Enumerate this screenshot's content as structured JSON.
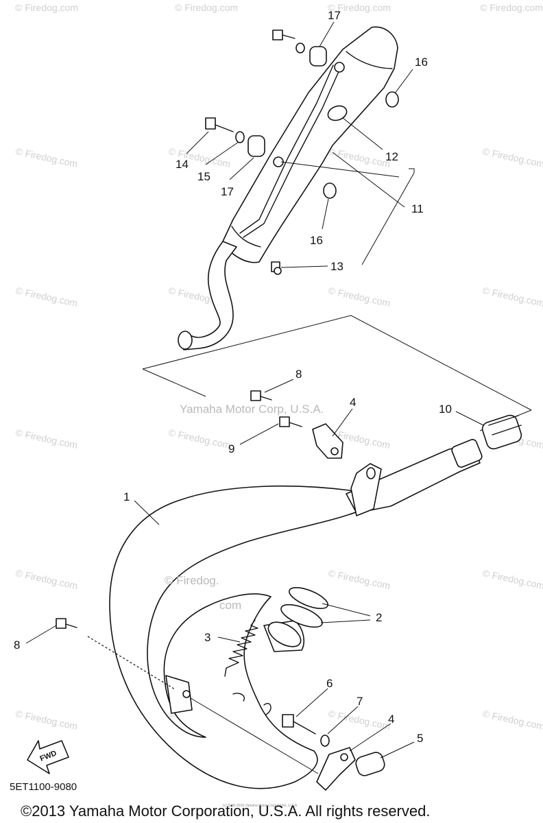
{
  "diagram": {
    "code": "5ET1100-9080",
    "copyright": "©2013 Yamaha Motor Corporation, U.S.A. All rights reserved.",
    "center_watermark": "Yamaha Motor Corp, U.S.A.",
    "firedog_watermark": "© Firedog.com",
    "firedog_center_line1": "© Firedog.",
    "firedog_center_line2": "com",
    "fwd_label": "FWD",
    "tiny_copyright": "(c) 2000-2016 Yamaha Motor Corporation, U.S.A.",
    "labels": {
      "l17_top": "17",
      "l16_top": "16",
      "l12": "12",
      "l14": "14",
      "l15": "15",
      "l17_mid": "17",
      "l11": "11",
      "l16_mid": "16",
      "l13": "13",
      "l8_top": "8",
      "l4_top": "4",
      "l10": "10",
      "l9": "9",
      "l1": "1",
      "l2": "2",
      "l3": "3",
      "l8_left": "8",
      "l6": "6",
      "l7": "7",
      "l4_bottom": "4",
      "l5": "5"
    }
  }
}
